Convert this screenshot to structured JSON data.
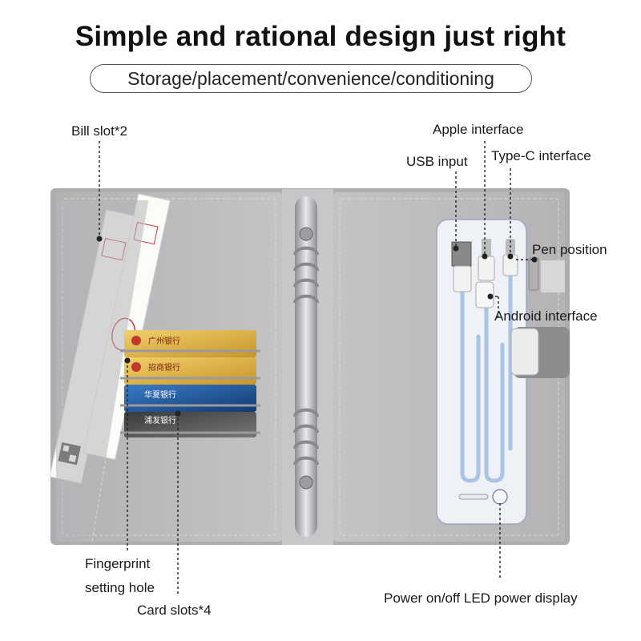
{
  "header": {
    "title": "Simple and rational design just right",
    "subtitle": "Storage/placement/convenience/conditioning"
  },
  "callouts": {
    "bill_slot": "Bill slot*2",
    "apple_interface": "Apple interface",
    "usb_input": "USB input",
    "type_c_interface": "Type-C interface",
    "pen_position": "Pen position",
    "android_interface": "Android interface",
    "fingerprint_line1": "Fingerprint",
    "fingerprint_line2": "setting hole",
    "card_slots": "Card slots*4",
    "power_led": "Power on/off  LED power display"
  },
  "cards": [
    {
      "bank": "广州银行",
      "color": "#e0b23a"
    },
    {
      "bank": "招商银行",
      "color": "#d9a92e"
    },
    {
      "bank": "华夏银行",
      "color": "#1f5fa8"
    },
    {
      "bank": "浦发银行",
      "color": "#2a2a2a"
    }
  ],
  "colors": {
    "leather": "#b9b9bb",
    "leather_dark": "#a6a6a8",
    "stitch": "#e2e2e2",
    "ring_metal": "#c8c8cc",
    "cable": "#a9c3e6",
    "panel": "#eef2f7"
  }
}
